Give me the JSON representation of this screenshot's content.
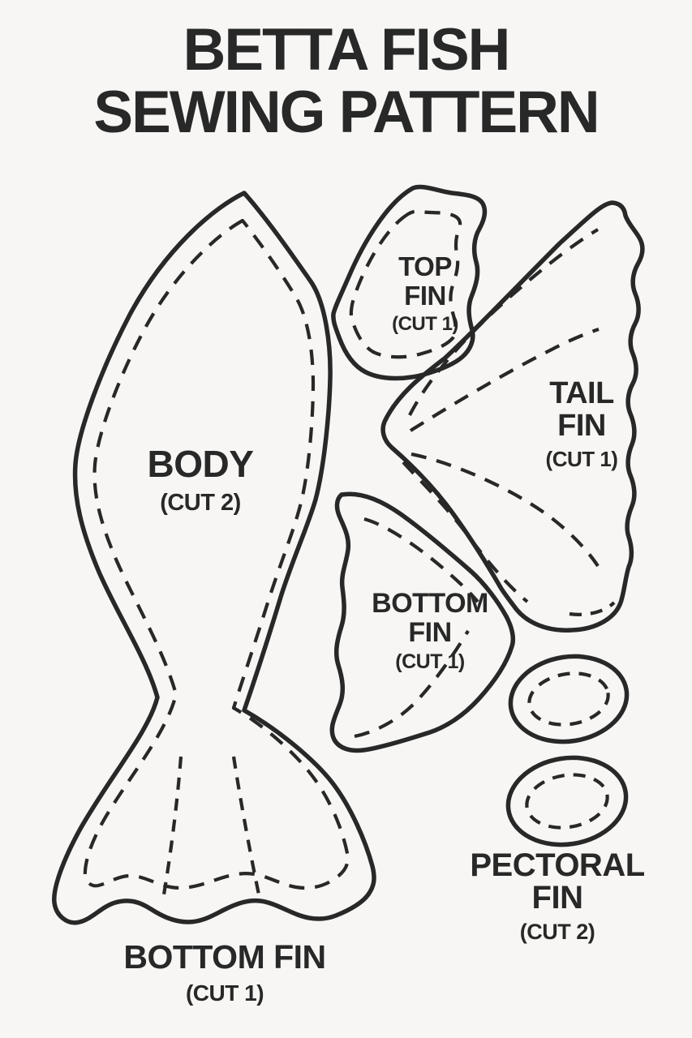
{
  "title": {
    "line1": "BETTA FISH",
    "line2": "SEWING PATTERN"
  },
  "pieces": {
    "body": {
      "label": "BODY",
      "cut": "(CUT 2)"
    },
    "top_fin": {
      "line1": "TOP",
      "line2": "FIN",
      "cut": "(CUT 1)"
    },
    "tail_fin": {
      "line1": "TAIL",
      "line2": "FIN",
      "cut": "(CUT 1)"
    },
    "bottom_fin": {
      "line1": "BOTTOM",
      "line2": "FIN",
      "cut": "(CUT 1)"
    },
    "pectoral_fin": {
      "line1": "PECTORAL",
      "line2": "FIN",
      "cut": "(CUT 2)"
    },
    "tail_bottom_fin": {
      "label": "BOTTOM FIN",
      "cut": "(CUT 1)"
    }
  },
  "colors": {
    "ink": "#282828",
    "background": "#f7f6f4"
  }
}
